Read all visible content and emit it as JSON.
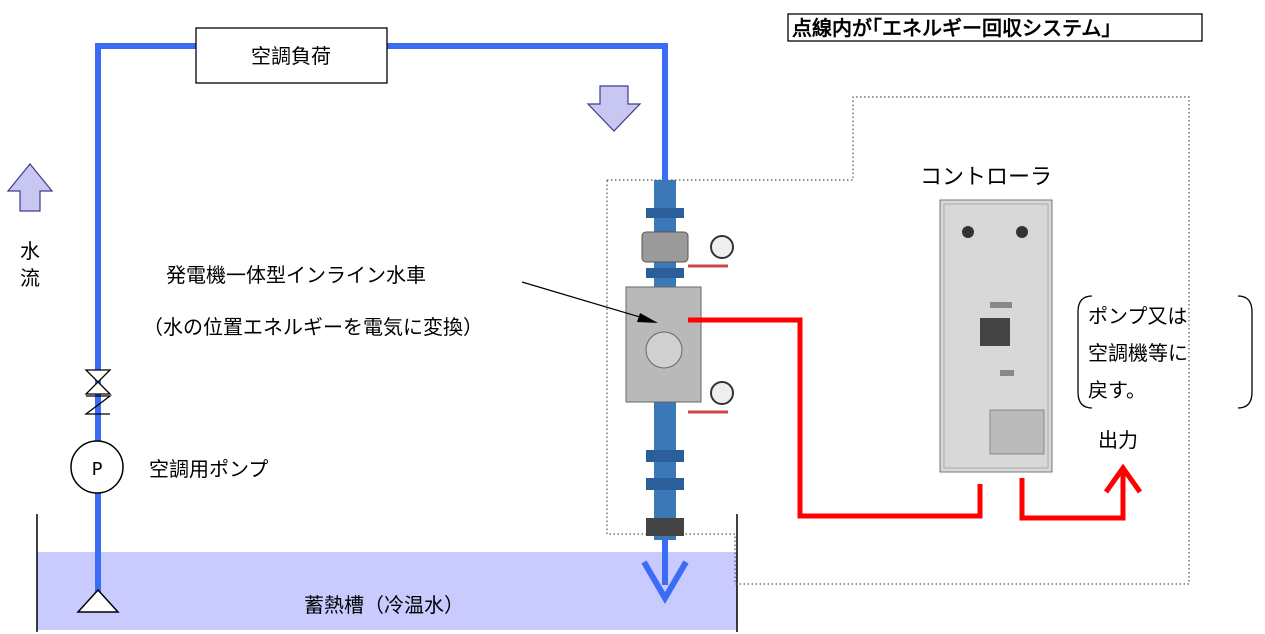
{
  "title_box": {
    "text": "点線内が｢エネルギー回収システム｣"
  },
  "load": {
    "label": "空調負荷"
  },
  "water_flow": {
    "label_1": "水",
    "label_2": "流"
  },
  "turbine": {
    "label_line1": "発電機一体型インライン水車",
    "label_line2": "（水の位置エネルギーを電気に変換）"
  },
  "controller": {
    "label": "コントローラ"
  },
  "pump": {
    "symbol": "P",
    "label": "空調用ポンプ"
  },
  "tank": {
    "label": "蓄熱槽（冷温水）"
  },
  "output": {
    "label": "出力",
    "note_line1": "ポンプ又は",
    "note_line2": "空調機等に",
    "note_line3": "戻す。"
  },
  "colors": {
    "pipe": "#3b6cf5",
    "power": "#ff0000",
    "tank_fill": "#c9cbff",
    "arrow_fill": "#c7c7f2",
    "arrow_stroke": "#3c3c8c"
  }
}
